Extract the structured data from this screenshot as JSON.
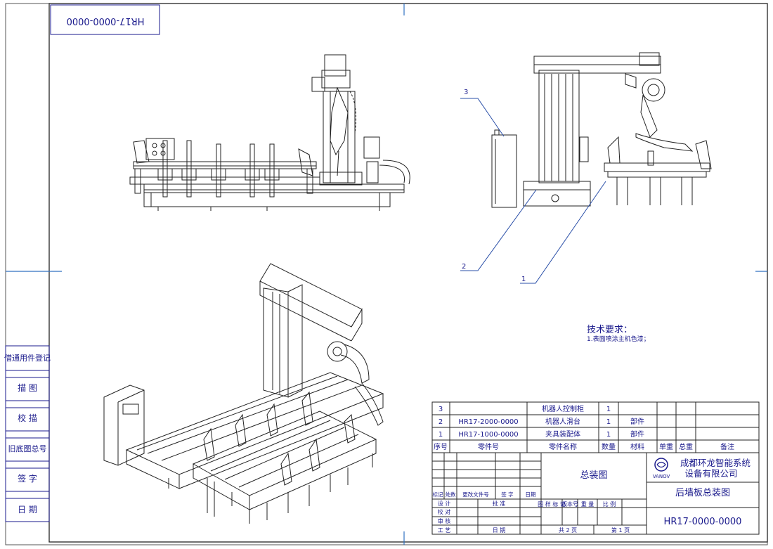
{
  "sheet": {
    "drawing_no": "HR17-0000-0000"
  },
  "left_strip": [
    "借通用件登记",
    "描 图",
    "校 描",
    "旧底图总号",
    "签 字",
    "日 期"
  ],
  "balloons": [
    "3",
    "2",
    "1"
  ],
  "tech_requirements": {
    "title": "技术要求：",
    "items": [
      "1.表面喷涂主机色漆；"
    ]
  },
  "bom": {
    "headers": [
      "序号",
      "零件号",
      "零件名称",
      "数量",
      "材料",
      "单重",
      "总重",
      "备注"
    ],
    "rows": [
      {
        "no": "3",
        "code": "",
        "name": "机器人控制柜",
        "qty": "1",
        "material": ""
      },
      {
        "no": "2",
        "code": "HR17-2000-0000",
        "name": "机器人滑台",
        "qty": "1",
        "material": "部件"
      },
      {
        "no": "1",
        "code": "HR17-1000-0000",
        "name": "夹具装配体",
        "qty": "1",
        "material": "部件"
      }
    ]
  },
  "title_block": {
    "labels": {
      "mark": "标记",
      "count": "处数",
      "change_doc": "更改文件号",
      "sign": "签 字",
      "date": "日期",
      "design": "设 计",
      "approve": "批 准",
      "check": "校 对",
      "review": "审 核",
      "process": "工 艺",
      "date2": "日 期",
      "drawing_mark": "图 样 标 记",
      "version": "版本号",
      "weight": "重 量",
      "scale": "比 例"
    },
    "sheets_total": "共 2 页",
    "sheet_no": "第 1 页",
    "drawing_type": "总装图",
    "product_name": "后墙板总装图",
    "company_logo_text": "VANOV",
    "company_line1": "成都环龙智能系统",
    "company_line2": "设备有限公司"
  }
}
